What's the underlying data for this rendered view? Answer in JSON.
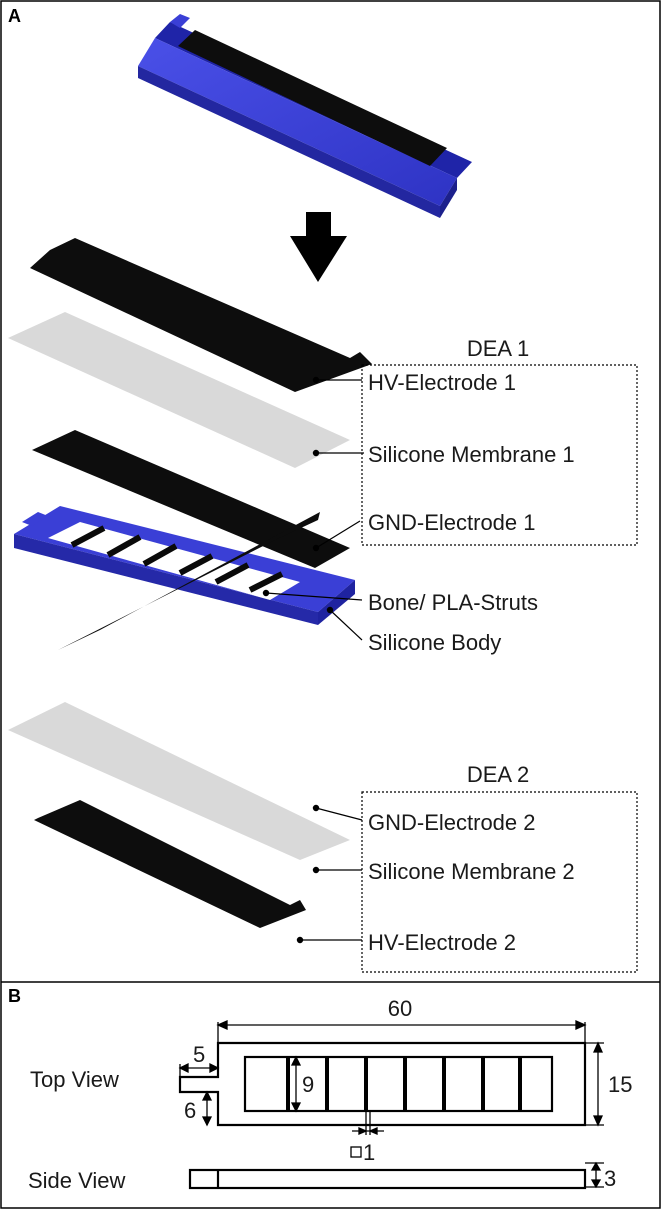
{
  "panel_a": {
    "letter": "A",
    "group_1_title": "DEA 1",
    "group_2_title": "DEA 2",
    "labels": {
      "hv_electrode_1": "HV-Electrode 1",
      "silicone_membrane_1": "Silicone Membrane 1",
      "gnd_electrode_1": "GND-Electrode 1",
      "bone_pla_struts": "Bone/ PLA-Struts",
      "silicone_body": "Silicone Body",
      "gnd_electrode_2": "GND-Electrode 2",
      "silicone_membrane_2": "Silicone Membrane 2",
      "hv_electrode_2": "HV-Electrode 2"
    }
  },
  "panel_b": {
    "letter": "B",
    "top_view_label": "Top View",
    "side_view_label": "Side View",
    "dims": {
      "length": "60",
      "width": "15",
      "tab_length": "5",
      "tab_offset": "6",
      "window_height": "9",
      "strut_width": "1",
      "thickness": "3"
    }
  },
  "colors": {
    "silicone_blue": "#3a3fd6",
    "electrode_black": "#0d0d0d",
    "membrane_gray": "#d9d9d9"
  }
}
